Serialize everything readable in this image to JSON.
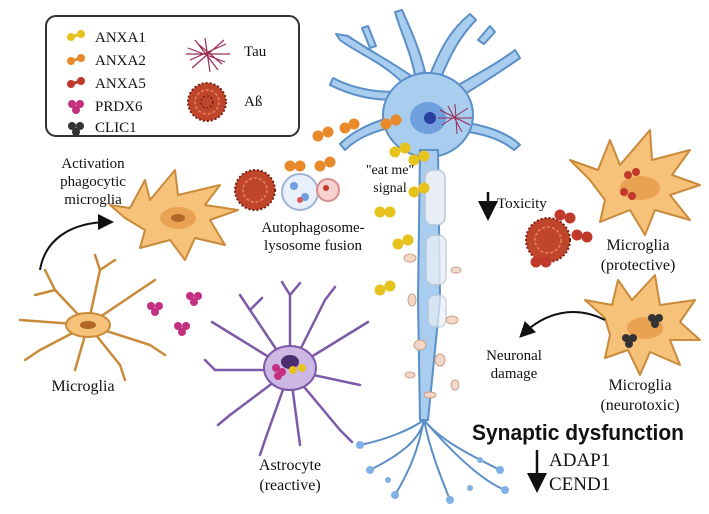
{
  "legend": {
    "items": [
      {
        "label": "ANXA1",
        "color": "#e8c21c"
      },
      {
        "label": "ANXA2",
        "color": "#e88a2a"
      },
      {
        "label": "ANXA5",
        "color": "#c0392b"
      },
      {
        "label": "PRDX6",
        "color": "#c2307f"
      },
      {
        "label": "CLIC1",
        "color": "#333333"
      },
      {
        "label": "Tau",
        "color": "#9a2b55"
      },
      {
        "label": "Aß",
        "color": "#b5341f"
      }
    ]
  },
  "labels": {
    "activation_1": "Activation",
    "activation_2": "phagocytic",
    "activation_3": "microglia",
    "autophago_1": "Autophagosome-",
    "autophago_2": "lysosome fusion",
    "eatme_1": "\"eat me\"",
    "eatme_2": "signal",
    "toxicity": "Toxicity",
    "microglia_prot_1": "Microglia",
    "microglia_prot_2": "(protective)",
    "neuronal_1": "Neuronal",
    "neuronal_2": "damage",
    "microglia_neuro_1": "Microglia",
    "microglia_neuro_2": "(neurotoxic)",
    "microglia": "Microglia",
    "astrocyte_1": "Astrocyte",
    "astrocyte_2": "(reactive)",
    "synaptic": "Synaptic dysfunction",
    "adap1": "ADAP1",
    "cend1": "CEND1"
  },
  "colors": {
    "neuron_fill": "#a9cdee",
    "neuron_stroke": "#5b8fc8",
    "microglia_fill": "#f6c27a",
    "microglia_stroke": "#c98a3a",
    "astrocyte_fill": "#cdb8e3",
    "astrocyte_stroke": "#7d5aa8"
  }
}
